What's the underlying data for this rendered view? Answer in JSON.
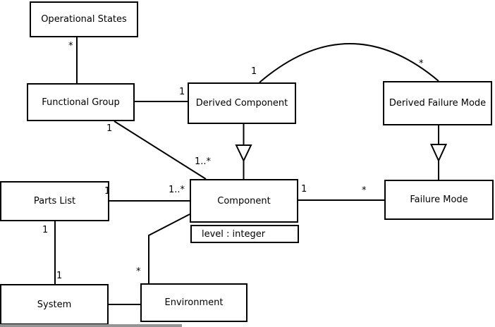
{
  "diagram_type": "uml-class-diagram",
  "classes": [
    {
      "id": "operational-states",
      "name": "Operational States"
    },
    {
      "id": "functional-group",
      "name": "Functional Group"
    },
    {
      "id": "derived-component",
      "name": "Derived Component"
    },
    {
      "id": "derived-failure-mode",
      "name": "Derived Failure Mode"
    },
    {
      "id": "parts-list",
      "name": "Parts List"
    },
    {
      "id": "component",
      "name": "Component",
      "attributes": [
        "level : integer"
      ]
    },
    {
      "id": "failure-mode",
      "name": "Failure Mode"
    },
    {
      "id": "system",
      "name": "System"
    },
    {
      "id": "environment",
      "name": "Environment"
    }
  ],
  "associations": [
    {
      "from": "Operational States",
      "to": "Functional Group",
      "from_mult": "*"
    },
    {
      "from": "Functional Group",
      "to": "Derived Component",
      "to_mult": "1"
    },
    {
      "from": "Derived Component",
      "to": "Derived Failure Mode",
      "from_mult": "1",
      "to_mult": "*",
      "style": "arc"
    },
    {
      "from": "Functional Group",
      "to": "Component",
      "from_mult": "1",
      "to_mult": "1..*"
    },
    {
      "from": "Parts List",
      "to": "Component",
      "from_mult": "1",
      "to_mult": "1..*"
    },
    {
      "from": "Component",
      "to": "Failure Mode",
      "from_mult": "1",
      "to_mult": "*"
    },
    {
      "from": "Parts List",
      "to": "System",
      "from_mult": "1",
      "to_mult": "1"
    },
    {
      "from": "System",
      "to": "Environment"
    },
    {
      "from": "Environment",
      "to": "Component",
      "from_mult": "*"
    }
  ],
  "generalizations": [
    {
      "child": "Derived Component",
      "parent": "Component"
    },
    {
      "child": "Derived Failure Mode",
      "parent": "Failure Mode"
    }
  ],
  "colors": {
    "line": "#000000",
    "box_background": "#ffffff",
    "text": "#000000"
  }
}
